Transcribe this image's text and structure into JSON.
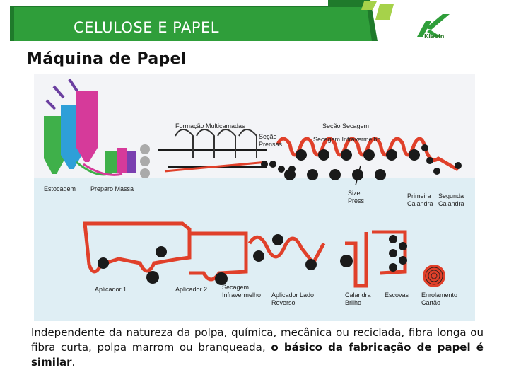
{
  "header": {
    "title": "CELULOSE E PAPEL",
    "colors": {
      "band": "#2f9e3a",
      "band_dark": "#1f7a2b",
      "accent_light": "#a6d24a"
    }
  },
  "logo": {
    "text": "Klabin",
    "icon": "klabin-logo-icon"
  },
  "page_title": "Máquina de Papel",
  "diagram": {
    "colors": {
      "felt": "#e0402a",
      "roll": "#1a1a1a",
      "background_top": "#f3f4f7",
      "background_bottom": "#dfeef4"
    },
    "labels": {
      "formacao": "Formação Multicamadas",
      "secao_secagem": "Seção Secagem",
      "secao_prensas": "Seção Prensas",
      "secagem_infravermelho_top": "Secagem Infravermelho",
      "estocagem": "Estocagem",
      "preparo_massa": "Preparo Massa",
      "size_press": "Size Press",
      "primeira_calandra": "Primeira Calandra",
      "segunda_calandra": "Segunda Calandra",
      "aplicador_1": "Aplicador 1",
      "aplicador_2": "Aplicador 2",
      "secagem_infravermelho_bottom": "Secagem Infravermelho",
      "aplicador_lado_reverso": "Aplicador Lado Reverso",
      "calandra_brilho": "Calandra Brilho",
      "escovas": "Escovas",
      "enrolamento_cartao": "Enrolamento Cartão"
    }
  },
  "footer": {
    "text_plain": "Independente da natureza da polpa, química, mecânica ou reciclada, fibra longa ou fibra curta, polpa marrom ou branqueada, ",
    "text_bold": "o básico da fabricação de papel é similar",
    "text_end": "."
  }
}
